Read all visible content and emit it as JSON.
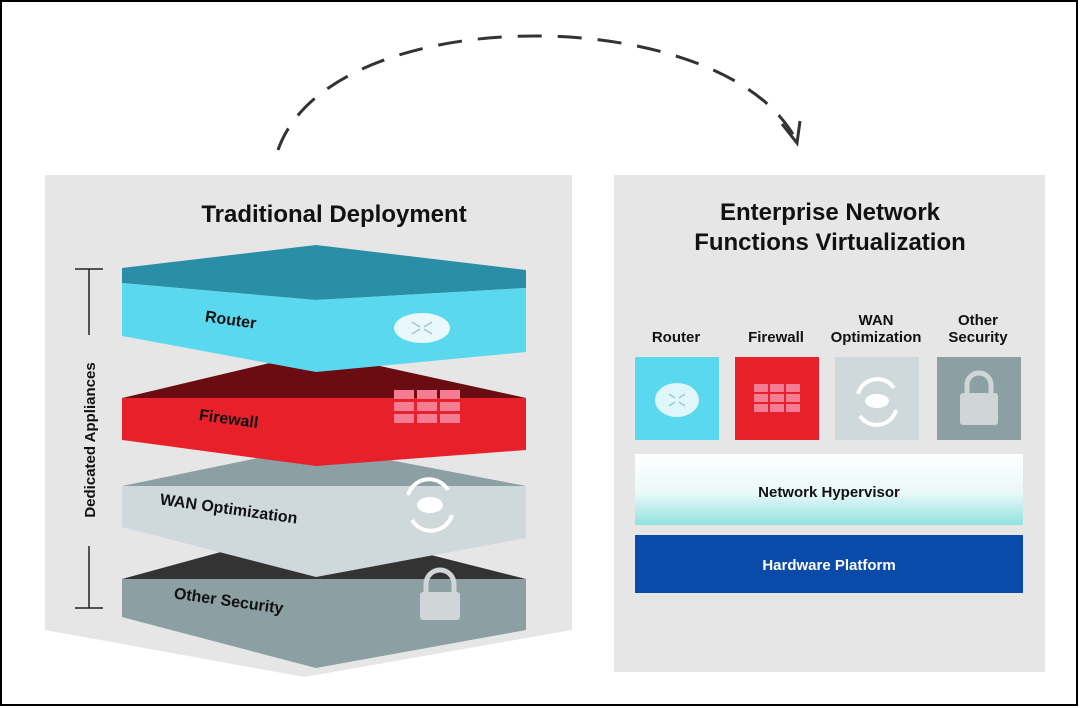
{
  "traditional": {
    "title": "Traditional Deployment",
    "side_label": "Dedicated Appliances",
    "layers": [
      {
        "label": "Router",
        "icon": "router-icon",
        "color": "#5ad8ee"
      },
      {
        "label": "Firewall",
        "icon": "firewall-icon",
        "color": "#e8202a"
      },
      {
        "label": "WAN Optimization",
        "icon": "wan-optimization-icon",
        "color": "#cfd8da"
      },
      {
        "label": "Other Security",
        "icon": "lock-icon",
        "color": "#8c9fa2"
      }
    ]
  },
  "nfv": {
    "title_line1": "Enterprise Network",
    "title_line2": "Functions Virtualization",
    "functions": [
      {
        "label_line1": "",
        "label_line2": "Router",
        "icon": "router-icon",
        "color": "#5ad8ee"
      },
      {
        "label_line1": "",
        "label_line2": "Firewall",
        "icon": "firewall-icon",
        "color": "#e8202a"
      },
      {
        "label_line1": "WAN",
        "label_line2": "Optimization",
        "icon": "wan-optimization-icon",
        "color": "#cfd8da"
      },
      {
        "label_line1": "Other",
        "label_line2": "Security",
        "icon": "lock-icon",
        "color": "#8c9fa2"
      }
    ],
    "hypervisor_label": "Network Hypervisor",
    "hardware_label": "Hardware Platform",
    "hardware_color": "#0a4aa8"
  }
}
